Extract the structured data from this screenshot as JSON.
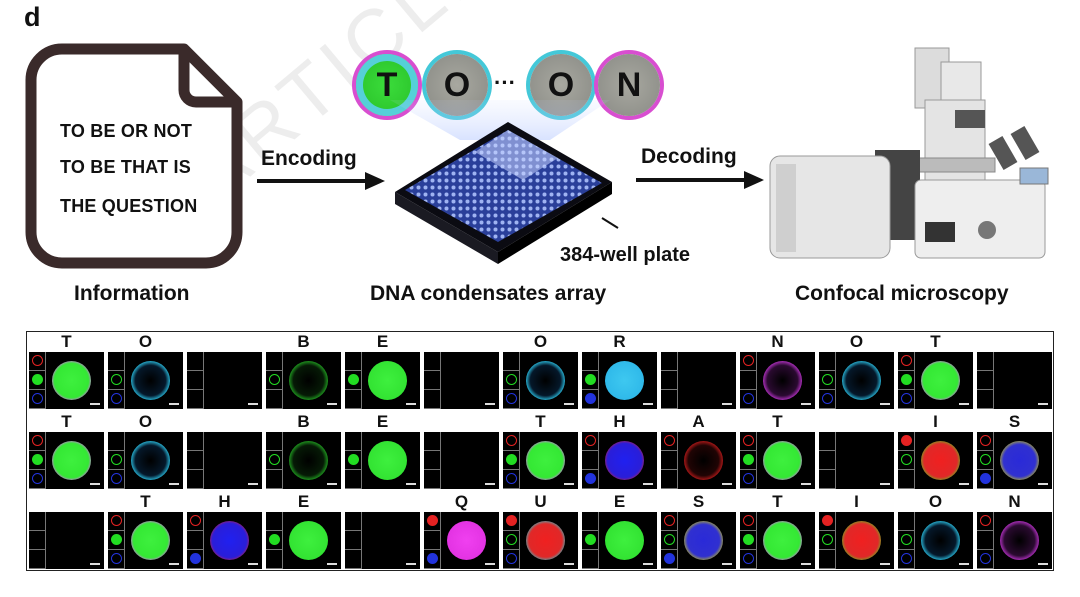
{
  "panel_label": "d",
  "document": {
    "lines": [
      "TO BE OR NOT",
      "TO BE THAT IS",
      "THE QUESTION"
    ],
    "caption": "Information"
  },
  "encoding_label": "Encoding",
  "decoding_label": "Decoding",
  "plate_label": "384-well plate",
  "array_caption": "DNA condensates array",
  "microscope_caption": "Confocal microscopy",
  "top_letters": [
    "T",
    "O",
    "···",
    "O",
    "N"
  ],
  "watermark": "ARTICLE IN PRESS",
  "colors": {
    "red": "#e52222",
    "green": "#22dd22",
    "blue": "#2233dd",
    "cyan": "#33d6e8",
    "magenta": "#e033e0"
  },
  "grid_rows": [
    [
      {
        "letter": "T",
        "r": "ring",
        "g": "fill",
        "b": "ring",
        "style": "green-magenta"
      },
      {
        "letter": "O",
        "r": "",
        "g": "ring",
        "b": "ring",
        "style": "cyan-ring"
      },
      {
        "letter": "",
        "r": "",
        "g": "",
        "b": "",
        "style": "empty"
      },
      {
        "letter": "B",
        "r": "",
        "g": "ring",
        "b": "",
        "style": "green-ring"
      },
      {
        "letter": "E",
        "r": "",
        "g": "fill",
        "b": "",
        "style": "green-fill"
      },
      {
        "letter": "",
        "r": "",
        "g": "",
        "b": "",
        "style": "empty"
      },
      {
        "letter": "O",
        "r": "",
        "g": "ring",
        "b": "ring",
        "style": "cyan-ring"
      },
      {
        "letter": "R",
        "r": "",
        "g": "fill",
        "b": "fill",
        "style": "cyan-fill"
      },
      {
        "letter": "",
        "r": "",
        "g": "",
        "b": "",
        "style": "empty"
      },
      {
        "letter": "N",
        "r": "ring",
        "g": "",
        "b": "ring",
        "style": "magenta-ring"
      },
      {
        "letter": "O",
        "r": "",
        "g": "ring",
        "b": "ring",
        "style": "cyan-ring"
      },
      {
        "letter": "T",
        "r": "ring",
        "g": "fill",
        "b": "ring",
        "style": "green-magenta"
      },
      {
        "letter": "",
        "r": "",
        "g": "",
        "b": "",
        "style": "empty"
      }
    ],
    [
      {
        "letter": "T",
        "r": "ring",
        "g": "fill",
        "b": "ring",
        "style": "green-magenta"
      },
      {
        "letter": "O",
        "r": "",
        "g": "ring",
        "b": "ring",
        "style": "cyan-ring"
      },
      {
        "letter": "",
        "r": "",
        "g": "",
        "b": "",
        "style": "empty"
      },
      {
        "letter": "B",
        "r": "",
        "g": "ring",
        "b": "",
        "style": "green-ring"
      },
      {
        "letter": "E",
        "r": "",
        "g": "fill",
        "b": "",
        "style": "green-fill"
      },
      {
        "letter": "",
        "r": "",
        "g": "",
        "b": "",
        "style": "empty"
      },
      {
        "letter": "T",
        "r": "ring",
        "g": "fill",
        "b": "ring",
        "style": "green-magenta"
      },
      {
        "letter": "H",
        "r": "ring",
        "g": "",
        "b": "fill",
        "style": "blue-red"
      },
      {
        "letter": "A",
        "r": "ring",
        "g": "",
        "b": "",
        "style": "red-ring"
      },
      {
        "letter": "T",
        "r": "ring",
        "g": "fill",
        "b": "ring",
        "style": "green-magenta"
      },
      {
        "letter": "",
        "r": "",
        "g": "",
        "b": "",
        "style": "empty"
      },
      {
        "letter": "I",
        "r": "fill",
        "g": "ring",
        "b": "",
        "style": "red-green"
      },
      {
        "letter": "S",
        "r": "ring",
        "g": "ring",
        "b": "fill",
        "style": "blue-yellow"
      }
    ],
    [
      {
        "letter": "",
        "r": "",
        "g": "",
        "b": "",
        "style": "empty"
      },
      {
        "letter": "T",
        "r": "ring",
        "g": "fill",
        "b": "ring",
        "style": "green-magenta"
      },
      {
        "letter": "H",
        "r": "ring",
        "g": "",
        "b": "fill",
        "style": "blue-red"
      },
      {
        "letter": "E",
        "r": "",
        "g": "fill",
        "b": "",
        "style": "green-fill"
      },
      {
        "letter": "",
        "r": "",
        "g": "",
        "b": "",
        "style": "empty"
      },
      {
        "letter": "Q",
        "r": "fill",
        "g": "",
        "b": "fill",
        "style": "magenta-fill"
      },
      {
        "letter": "U",
        "r": "fill",
        "g": "ring",
        "b": "ring",
        "style": "red-cyan"
      },
      {
        "letter": "E",
        "r": "",
        "g": "fill",
        "b": "",
        "style": "green-fill"
      },
      {
        "letter": "S",
        "r": "ring",
        "g": "ring",
        "b": "fill",
        "style": "blue-yellow"
      },
      {
        "letter": "T",
        "r": "ring",
        "g": "fill",
        "b": "ring",
        "style": "green-magenta"
      },
      {
        "letter": "I",
        "r": "fill",
        "g": "ring",
        "b": "",
        "style": "red-green"
      },
      {
        "letter": "O",
        "r": "",
        "g": "ring",
        "b": "ring",
        "style": "cyan-ring"
      },
      {
        "letter": "N",
        "r": "ring",
        "g": "",
        "b": "ring",
        "style": "magenta-ring"
      }
    ]
  ]
}
